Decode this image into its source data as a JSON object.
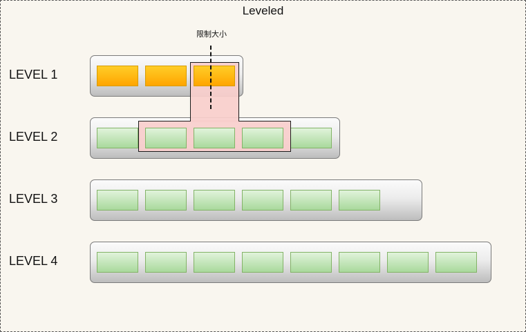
{
  "title": "Leveled",
  "limit_label": "限制大小",
  "levels": [
    {
      "label": "LEVEL 1",
      "blocks": 3,
      "color": "orange"
    },
    {
      "label": "LEVEL 2",
      "blocks": 5,
      "color": "green"
    },
    {
      "label": "LEVEL 3",
      "blocks": 6,
      "color": "green"
    },
    {
      "label": "LEVEL 4",
      "blocks": 8,
      "color": "green"
    }
  ],
  "colors": {
    "background": "#f9f6ef",
    "green_fill": "#c6e8bd",
    "green_border": "#82b366",
    "orange_fill": "#ffb60f",
    "orange_border": "#d79b00",
    "overlay": "#f8cecc"
  }
}
